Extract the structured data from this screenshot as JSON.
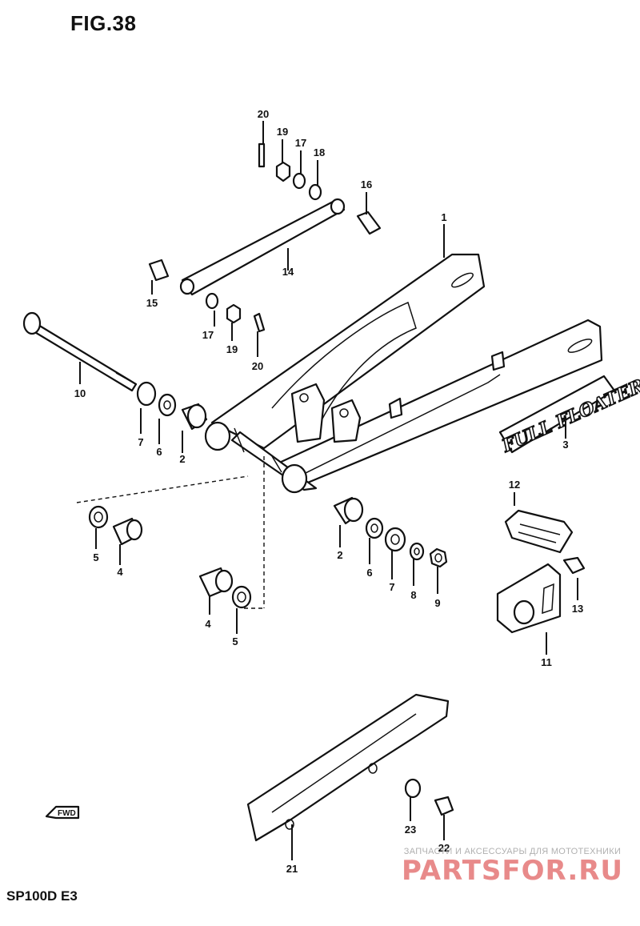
{
  "figure": {
    "title": "FIG.38",
    "model": "SP100D  E3"
  },
  "emblem_text": "FULL FLOATER",
  "forward_marker": "FWD",
  "watermark": {
    "line": "ЗАПЧАСТИ И АКСЕССУАРЫ ДЛЯ МОТОТЕХНИКИ",
    "logo": "PARTSFOR.RU"
  },
  "callouts": {
    "c1": "1",
    "c2a": "2",
    "c2b": "2",
    "c3": "3",
    "c4a": "4",
    "c4b": "4",
    "c5a": "5",
    "c5b": "5",
    "c6a": "6",
    "c6b": "6",
    "c7a": "7",
    "c7b": "7",
    "c8": "8",
    "c9": "9",
    "c10": "10",
    "c11": "11",
    "c12": "12",
    "c13": "13",
    "c14": "14",
    "c15": "15",
    "c16": "16",
    "c17a": "17",
    "c17b": "17",
    "c18": "18",
    "c19a": "19",
    "c19b": "19",
    "c20a": "20",
    "c20b": "20",
    "c21": "21",
    "c22": "22",
    "c23": "23"
  }
}
